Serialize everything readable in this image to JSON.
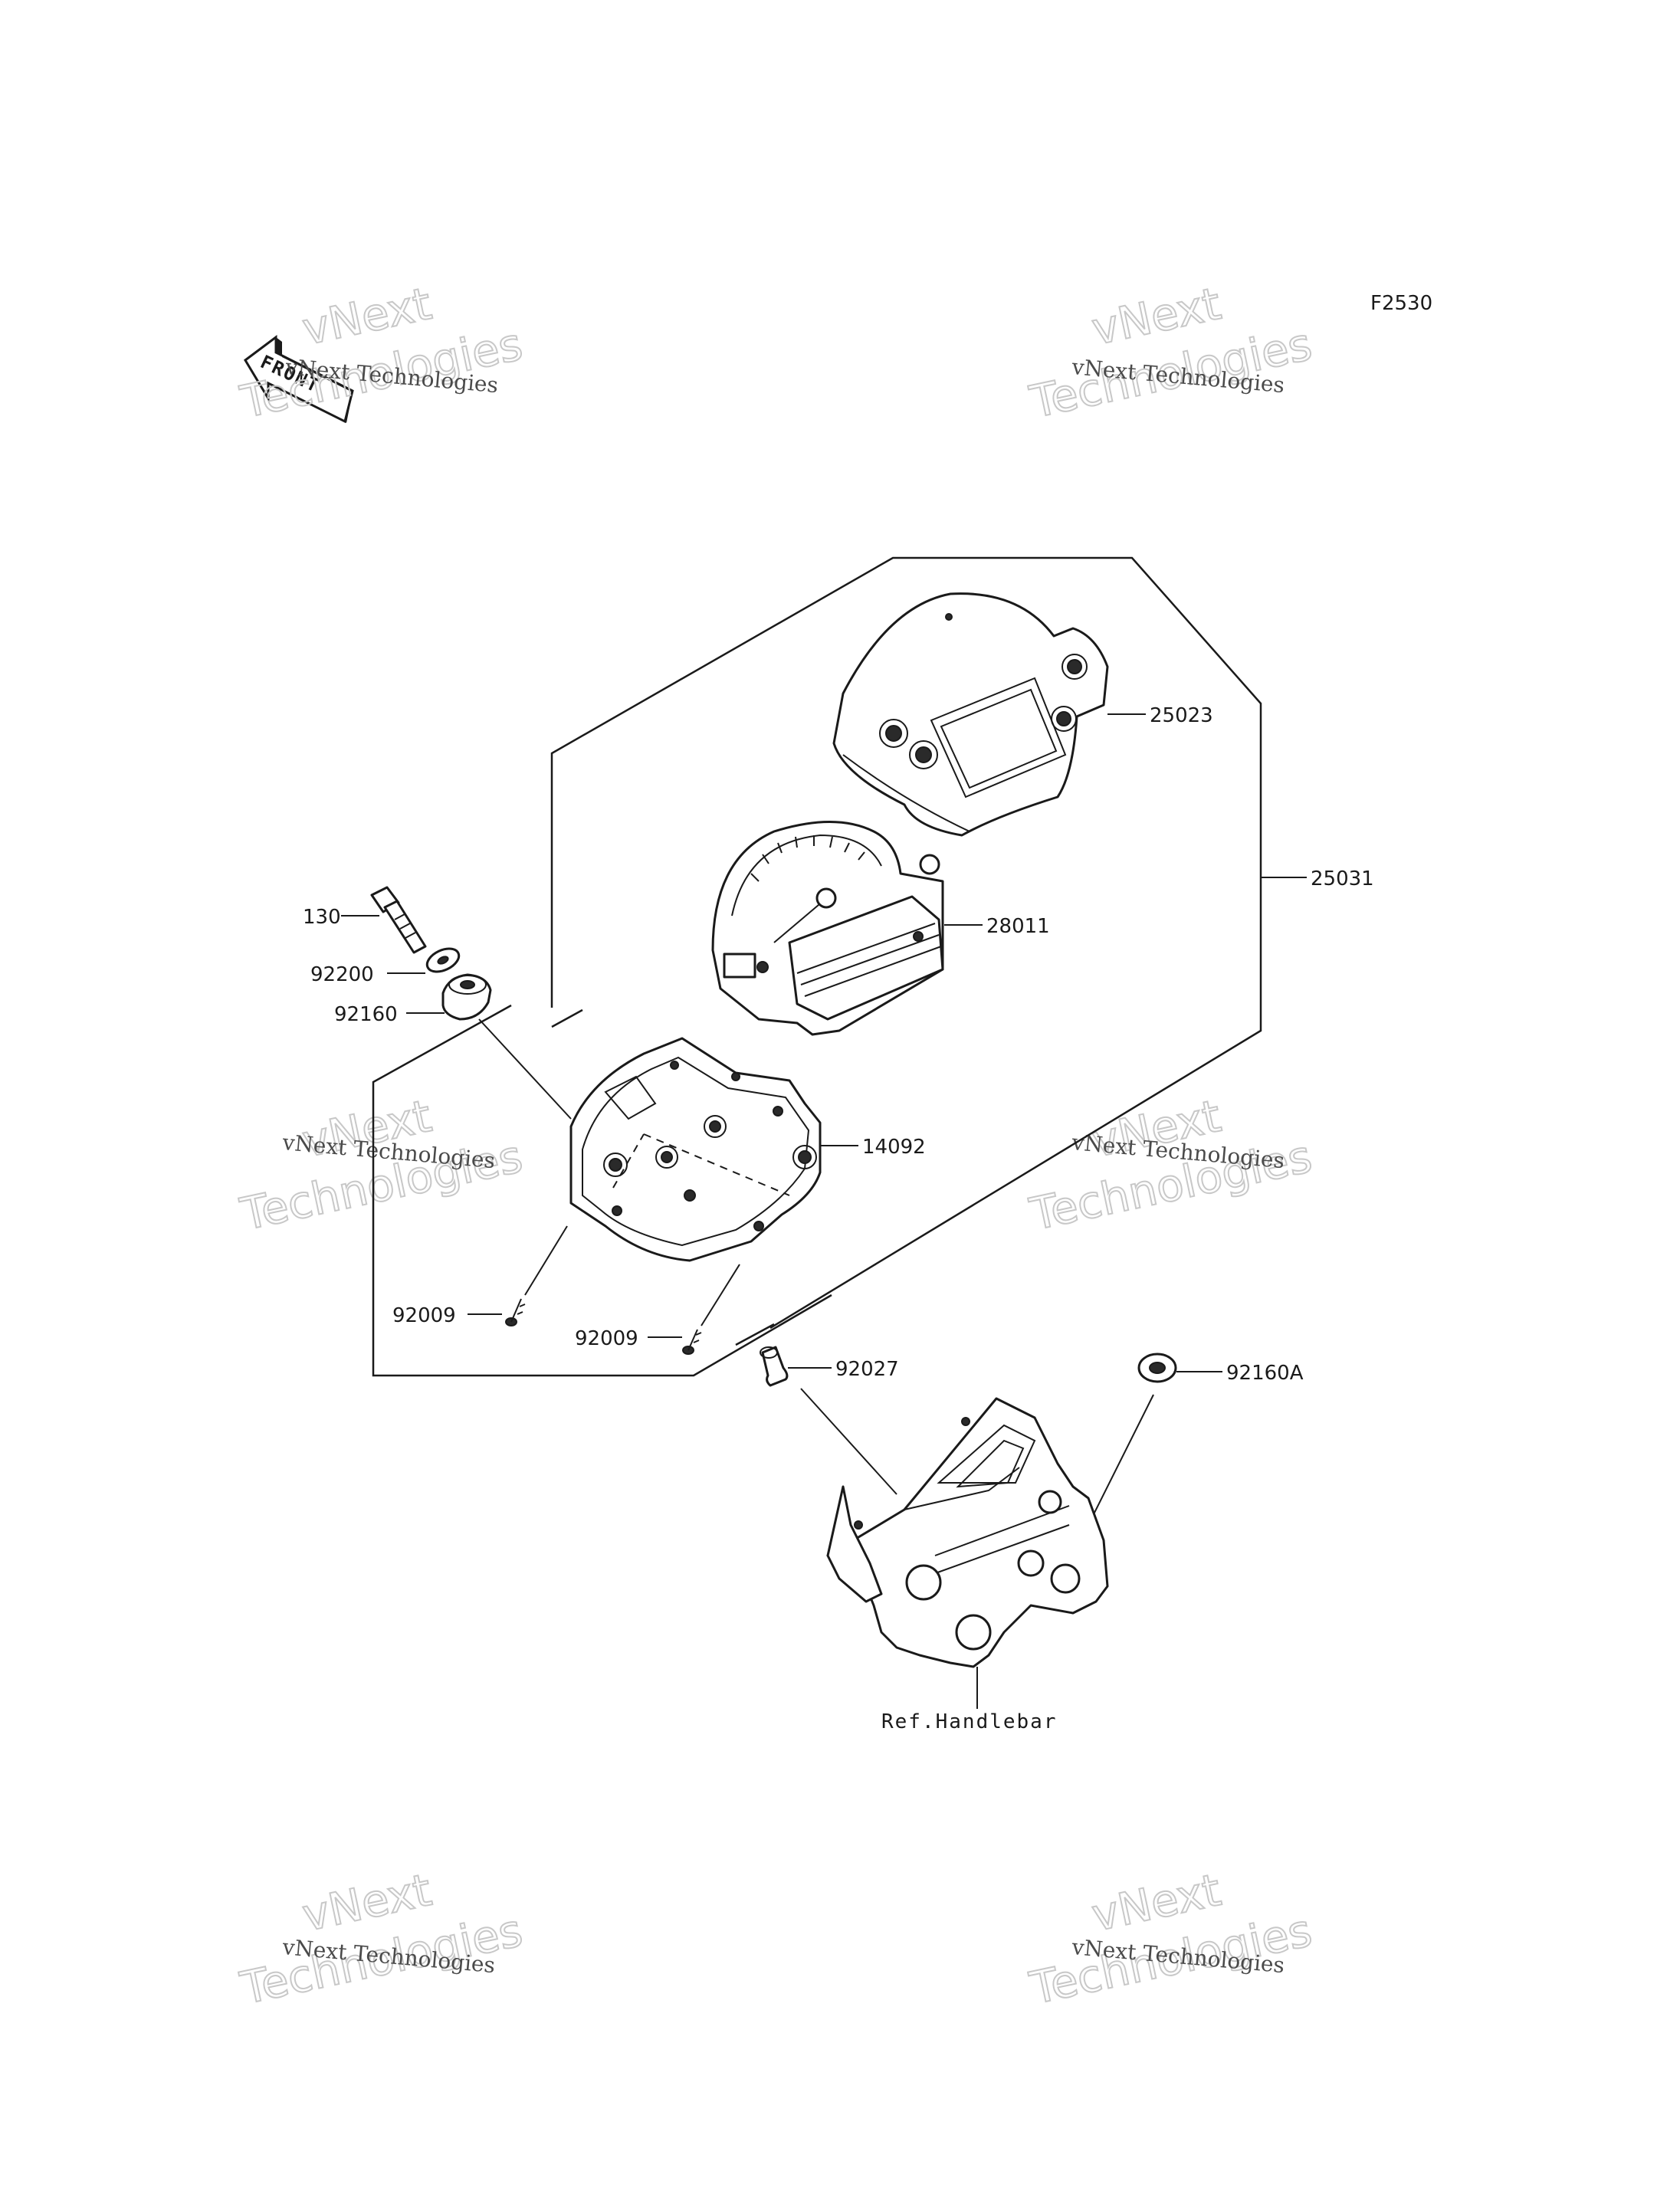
{
  "figure_code": "F2530",
  "front_marker": {
    "text": "FRONT"
  },
  "watermark": {
    "line1": "vNext Technologies",
    "line2": "vNext",
    "line3": "Technologies"
  },
  "parts": {
    "p25023": "25023",
    "p25031": "25031",
    "p28011": "28011",
    "p130": "130",
    "p92200": "92200",
    "p92160": "92160",
    "p14092": "14092",
    "p92009a": "92009",
    "p92009b": "92009",
    "p92027": "92027",
    "p92160a": "92160A",
    "ref_handlebar": "Ref.Handlebar"
  }
}
